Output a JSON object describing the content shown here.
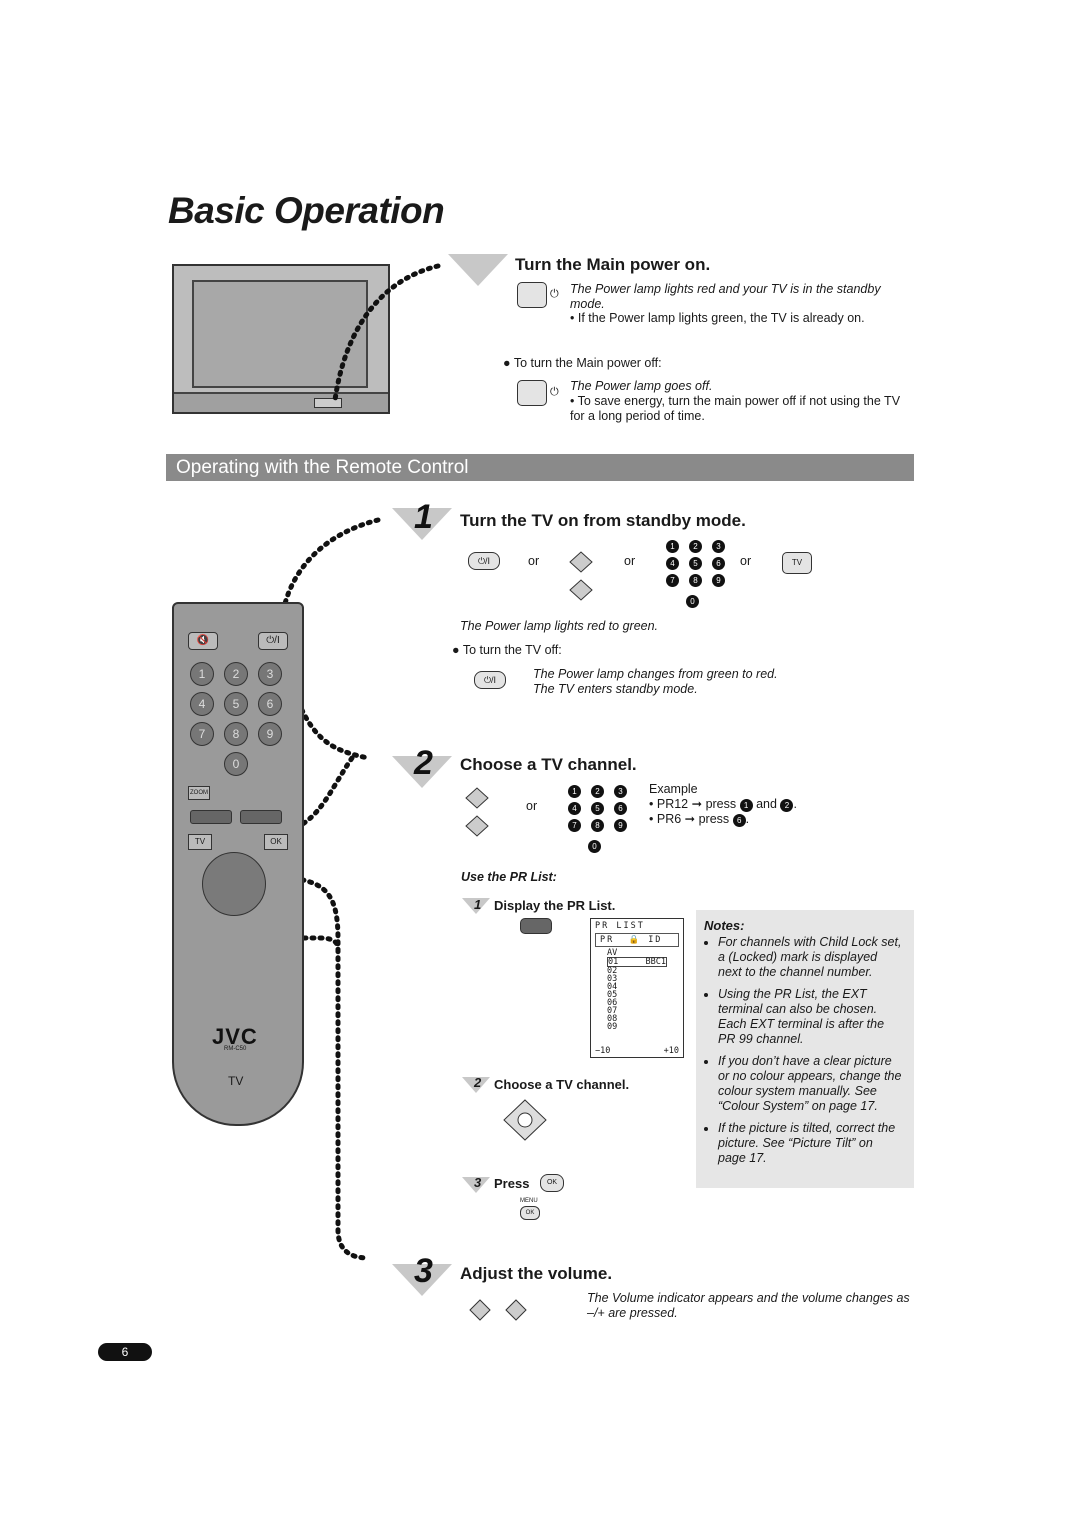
{
  "page": {
    "title": "Basic Operation",
    "number": "6"
  },
  "main_power": {
    "heading": "Turn the Main power on.",
    "on_note": "The Power lamp lights red and your TV is in the standby mode.",
    "on_bullet": "If the Power lamp lights green, the TV is already on.",
    "off_label": "To turn the Main power off:",
    "off_note": "The Power lamp goes off.",
    "off_bullet": "To save energy, turn the main power off if not using the TV for a long period of time."
  },
  "section": {
    "title": "Operating with the Remote Control"
  },
  "step1": {
    "num": "1",
    "heading": "Turn the TV on from standby mode.",
    "or1": "or",
    "or2": "or",
    "or3": "or",
    "tv_key": "TV",
    "note": "The Power lamp lights red to green.",
    "off_label": "To turn the TV off:",
    "off_note1": "The Power lamp changes from green to red.",
    "off_note2": "The TV enters standby mode."
  },
  "step2": {
    "num": "2",
    "heading": "Choose a TV channel.",
    "or": "or",
    "example_label": "Example",
    "ex1_prefix": "PR12",
    "ex1_mid": "press",
    "ex1_and": "and",
    "ex2_prefix": "PR6",
    "ex2_mid": "press",
    "use_pr_list": "Use the PR List:",
    "sub1_num": "1",
    "sub1": "Display the PR List.",
    "sub2_num": "2",
    "sub2": "Choose a TV channel.",
    "sub3_num": "3",
    "sub3": "Press",
    "menu_label": "MENU",
    "ok_label": "OK"
  },
  "pr_list": {
    "title": "PR LIST",
    "col_pr": "PR",
    "col_id": "ID",
    "rows": [
      "AV",
      "01",
      "02",
      "03",
      "04",
      "05",
      "06",
      "07",
      "08",
      "09"
    ],
    "row1_id": "BBC1",
    "minus": "−10",
    "plus": "+10"
  },
  "notes": {
    "title": "Notes:",
    "items": [
      "For channels with Child Lock set, a (Locked) mark is displayed next to the channel number.",
      "Using the PR List, the EXT terminal can also be chosen. Each EXT terminal is after the PR 99 channel.",
      "If you don’t have a clear picture or no colour appears, change the colour system manually. See “Colour System” on page 17.",
      "If the picture is tilted, correct the picture. See “Picture Tilt” on page 17."
    ]
  },
  "step3": {
    "num": "3",
    "heading": "Adjust the volume.",
    "note": "The Volume indicator appears and the volume changes as –/+ are pressed."
  },
  "remote": {
    "keys": [
      "1",
      "2",
      "3",
      "4",
      "5",
      "6",
      "7",
      "8",
      "9",
      "0"
    ],
    "zoom": "ZOOM",
    "tv_btn": "TV",
    "ok_btn": "OK",
    "brand": "JVC",
    "model": "RM-C50",
    "label": "TV"
  },
  "keypad_small": [
    "1",
    "2",
    "3",
    "4",
    "5",
    "6",
    "7",
    "8",
    "9",
    "0"
  ]
}
